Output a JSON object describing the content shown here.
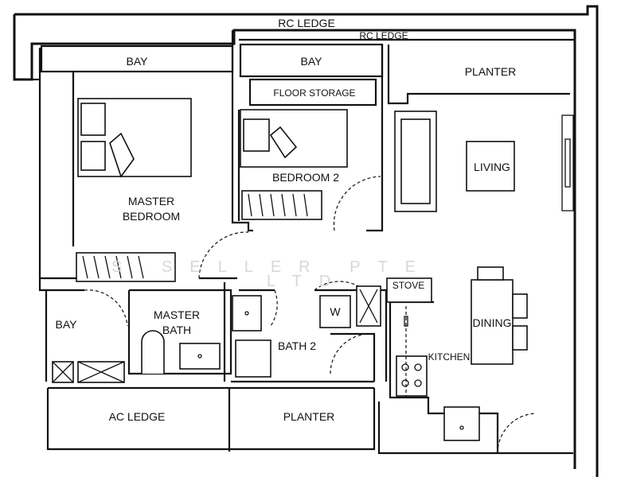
{
  "labels": {
    "rc_ledge_top": "RC LEDGE",
    "rc_ledge_inner": "RC LEDGE",
    "bay_master": "BAY",
    "bay_bedroom2": "BAY",
    "planter_top": "PLANTER",
    "floor_storage": "FLOOR STORAGE",
    "bedroom2": "BEDROOM 2",
    "living": "LIVING",
    "master_bedroom_line1": "MASTER",
    "master_bedroom_line2": "BEDROOM",
    "stove": "STOVE",
    "bay_left": "BAY",
    "master_bath_line1": "MASTER",
    "master_bath_line2": "BATH",
    "washer": "W",
    "bath2": "BATH 2",
    "dining": "DINING",
    "kitchen": "KITCHEN",
    "ac_ledge": "AC LEDGE",
    "planter_bottom": "PLANTER"
  },
  "watermark": {
    "line1": "S SELLER PTE",
    "line2": "LTD"
  },
  "colors": {
    "line": "#111111",
    "background": "#ffffff",
    "watermark": "#d7d7d7"
  }
}
